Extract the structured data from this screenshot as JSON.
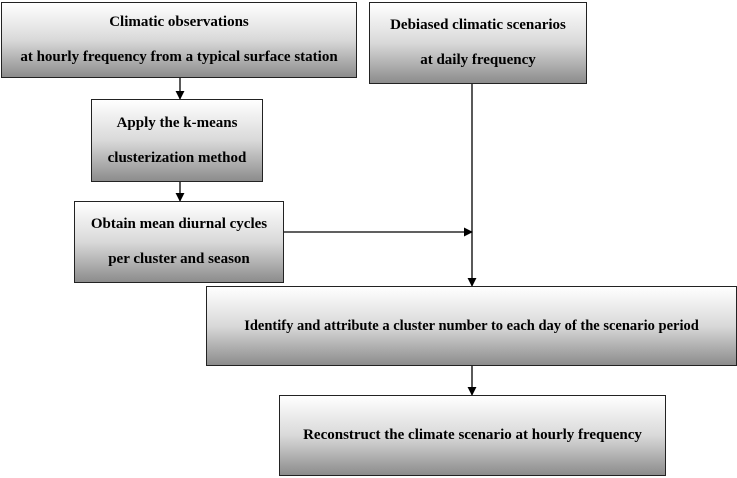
{
  "nodes": {
    "observations": {
      "lines": [
        "Climatic observations",
        "at hourly frequency from a typical surface station"
      ]
    },
    "debiased": {
      "lines": [
        "Debiased climatic scenarios",
        "at daily frequency"
      ]
    },
    "kmeans": {
      "lines": [
        "Apply the k-means",
        "clusterization method"
      ]
    },
    "cycles": {
      "lines": [
        "Obtain mean diurnal cycles",
        "per cluster and season"
      ]
    },
    "identify": {
      "lines": [
        "Identify and attribute a cluster number to each day of the scenario period"
      ]
    },
    "reconstruct": {
      "lines": [
        "Reconstruct the climate scenario at hourly frequency"
      ]
    }
  },
  "edges": [
    {
      "from": "observations",
      "to": "kmeans"
    },
    {
      "from": "kmeans",
      "to": "cycles"
    },
    {
      "from": "cycles",
      "to": "debiased-line"
    },
    {
      "from": "debiased",
      "to": "identify"
    },
    {
      "from": "identify",
      "to": "reconstruct"
    }
  ]
}
